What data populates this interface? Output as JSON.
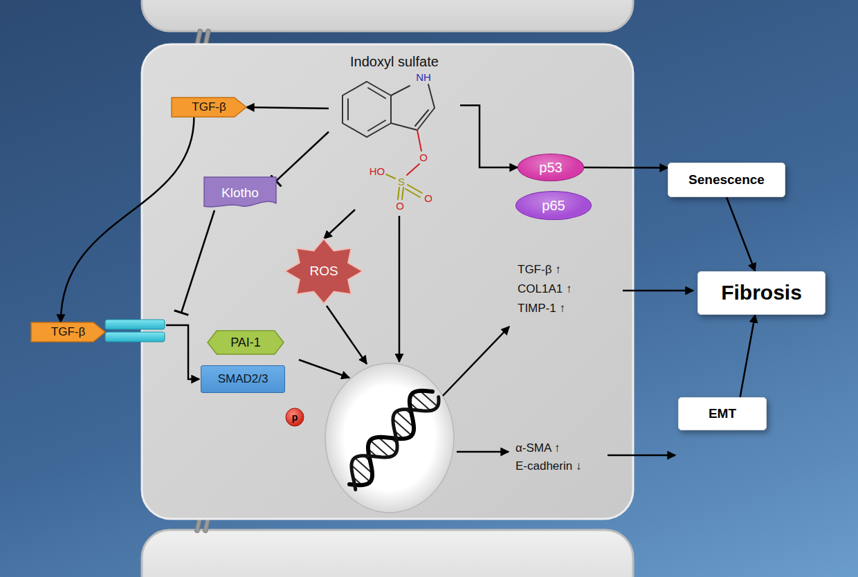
{
  "diagram": {
    "nodes": [
      {
        "text": [
          "Indoxyl sulfate"
        ]
      },
      {
        "text": [
          "TGF-β"
        ]
      },
      {
        "text": [
          "Klotho"
        ]
      },
      {
        "text": [
          "ROS"
        ]
      },
      {
        "text": [
          "p53"
        ]
      },
      {
        "text": [
          "p65"
        ]
      },
      {
        "text": [
          "TGF-β"
        ]
      },
      {
        "text": [
          "PAI-1"
        ]
      },
      {
        "text": [
          "SMAD2/3"
        ]
      },
      {
        "text": [
          "Senescence"
        ]
      },
      {
        "text": [
          "Fibrosis"
        ]
      },
      {
        "text": [
          "EMT"
        ]
      }
    ],
    "edges": [
      {
        "from": 0,
        "to": 1,
        "arrow": "to"
      },
      {
        "from": 0,
        "to": 2,
        "arrow": "to"
      },
      {
        "from": 0,
        "to": 3,
        "arrow": "to"
      },
      {
        "from": 0,
        "to": 4,
        "arrow": "to"
      },
      {
        "from": 1,
        "to": 6,
        "arrow": "to"
      },
      {
        "from": 4,
        "to": 9,
        "arrow": "to"
      },
      {
        "from": 9,
        "to": 10,
        "arrow": "to"
      },
      {
        "from": 11,
        "to": 10,
        "arrow": "to"
      }
    ],
    "labels": [
      "NH",
      "HO",
      "O",
      "S",
      "O",
      "O",
      "TGF-β ↑",
      "COL1A1 ↑",
      "TIMP-1 ↑",
      "α-SMA ↑",
      "E-cadherin ↓",
      "p"
    ]
  }
}
